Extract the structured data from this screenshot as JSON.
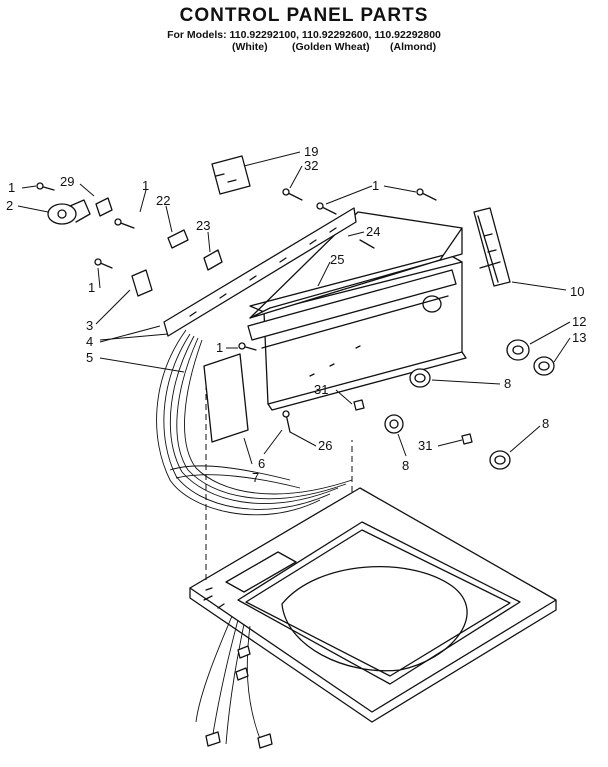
{
  "header": {
    "title": "CONTROL PANEL PARTS",
    "models_line": "For Models: 110.92292100, 110.92292600, 110.92292800",
    "color_white": "(White)",
    "color_golden": "(Golden Wheat)",
    "color_almond": "(Almond)"
  },
  "callouts": {
    "c1a": "1",
    "c2": "2",
    "c29": "29",
    "c1b": "1",
    "c22": "22",
    "c23": "23",
    "c19": "19",
    "c32": "32",
    "c1c": "1",
    "c24": "24",
    "c25": "25",
    "c1d": "1",
    "c3": "3",
    "c4": "4",
    "c5": "5",
    "c1e": "1",
    "c10": "10",
    "c12": "12",
    "c13": "13",
    "c8a": "8",
    "c31a": "31",
    "c8b": "8",
    "c31b": "31",
    "c8c": "8",
    "c26": "26",
    "c6": "6",
    "c7": "7"
  }
}
